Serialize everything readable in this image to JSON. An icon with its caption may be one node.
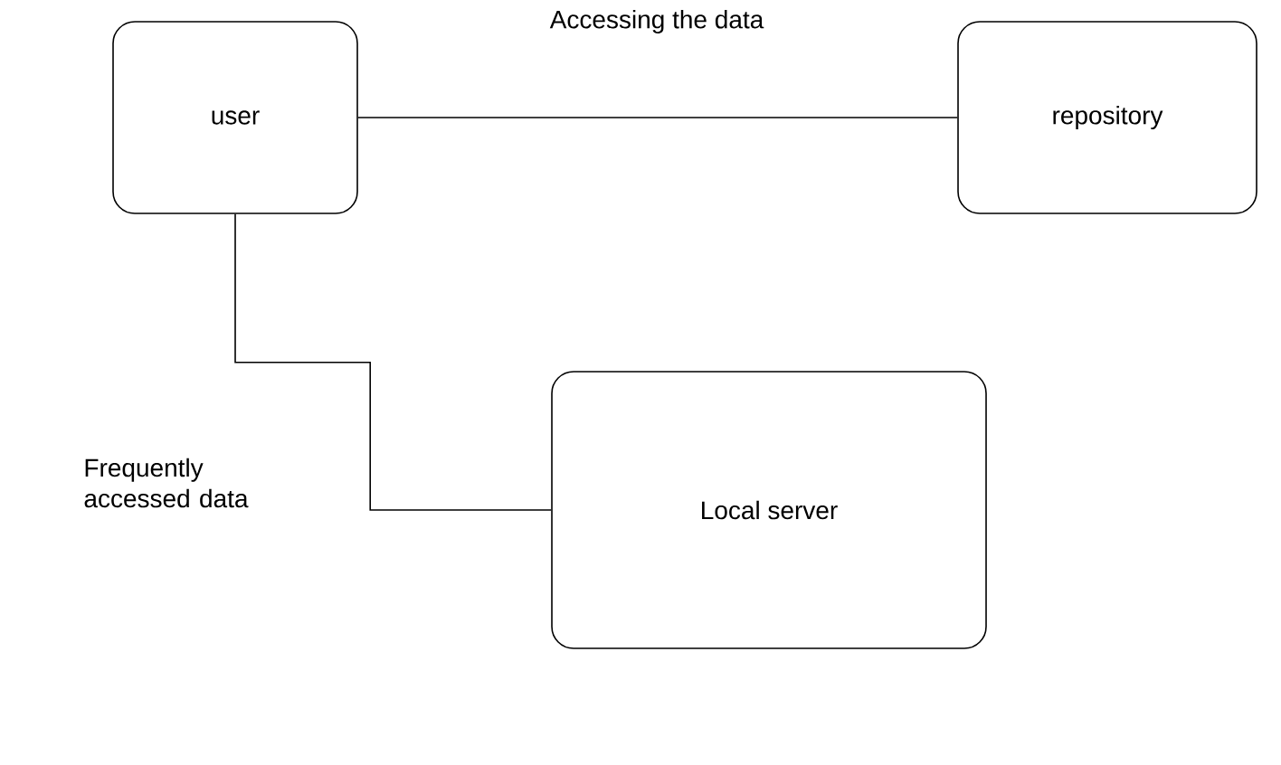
{
  "diagram": {
    "nodes": [
      {
        "text": [
          "user"
        ]
      },
      {
        "text": [
          "repository"
        ]
      },
      {
        "text": [
          "Local server"
        ]
      }
    ],
    "edges": [
      {
        "from": 0,
        "to": 1,
        "arrow": "none",
        "label": "Accessing the data"
      },
      {
        "from": 0,
        "to": 2,
        "arrow": "none",
        "label": "Frequently accessed data"
      }
    ]
  }
}
